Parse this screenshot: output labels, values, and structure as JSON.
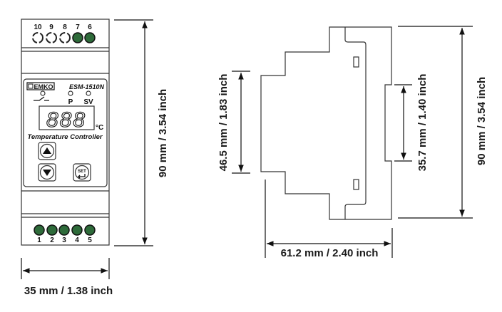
{
  "front_view": {
    "brand": "EMKO",
    "model": "ESM-1510N",
    "display": "888",
    "unit": "°C",
    "indicator_p": "P",
    "indicator_sv": "SV",
    "subtitle": "Temperature Controller",
    "set_button": "SET",
    "top_terminals": [
      "10",
      "9",
      "8",
      "7",
      "6"
    ],
    "bottom_terminals": [
      "1",
      "2",
      "3",
      "4",
      "5"
    ],
    "terminal_color": "#2e6b3a"
  },
  "dimensions": {
    "front_height": "90 mm / 3.54  inch",
    "front_width": "35 mm / 1.38 inch",
    "side_inner_height": "46.5 mm / 1.83 inch",
    "rail_height": "35.7 mm / 1.40 inch",
    "side_height": "90 mm / 3.54 inch",
    "side_depth": "61.2 mm / 2.40 inch"
  }
}
